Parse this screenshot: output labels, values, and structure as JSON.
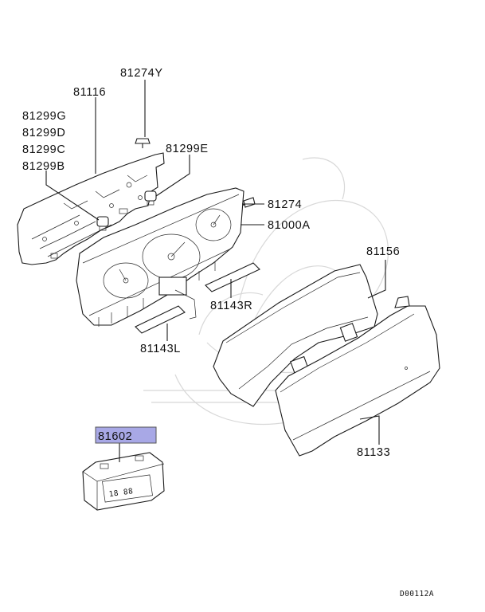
{
  "labels": {
    "p81274Y": "81274Y",
    "p81116": "81116",
    "p81299G": "81299G",
    "p81299D": "81299D",
    "p81299C": "81299C",
    "p81299B": "81299B",
    "p81299E": "81299E",
    "p81274": "81274",
    "p81000A": "81000A",
    "p81156": "81156",
    "p81143R": "81143R",
    "p81143L": "81143L",
    "p81133": "81133",
    "p81602": "81602"
  },
  "highlight": {
    "part": "81602",
    "color": "#a8a8e6"
  },
  "clock_display": "18 88",
  "diagram_code": "D00112A"
}
